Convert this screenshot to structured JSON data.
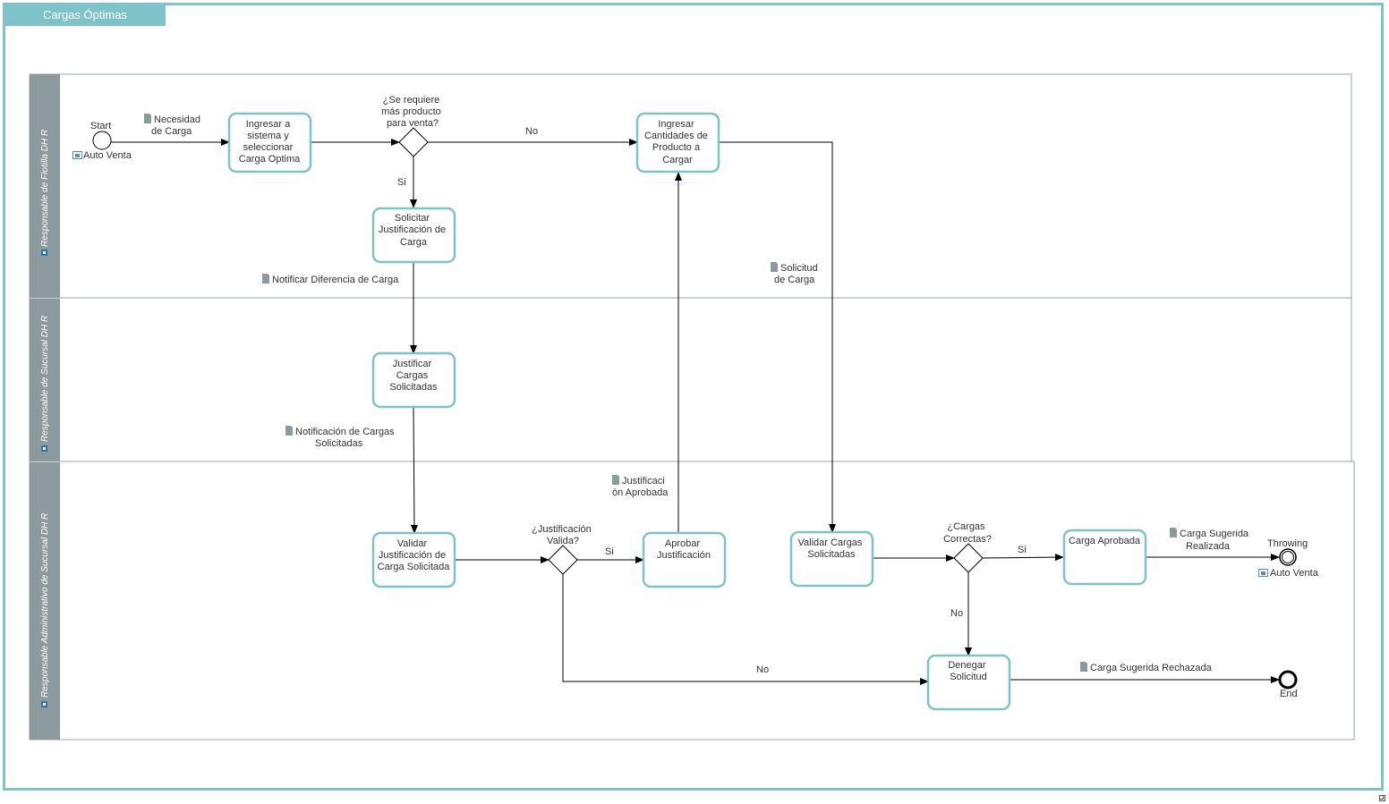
{
  "diagram": {
    "title": "Cargas Óptimas",
    "lanes": [
      {
        "label": "Responsable de Flotilla DH R"
      },
      {
        "label": "Responsable de Sucursal DH R"
      },
      {
        "label": "Responsable Administrativo de Sucursal DH R"
      }
    ],
    "events": {
      "start": "Start",
      "start_sub": "Auto Venta",
      "throwing": "Throwing",
      "throwing_sub": "Auto Venta",
      "end": "End"
    },
    "tasks": {
      "ingresar_sistema": [
        "Ingresar a",
        "sistema y",
        "seleccionar",
        "Carga Optima"
      ],
      "ingresar_cantidades": [
        "Ingresar",
        "Cantidades de",
        "Producto a",
        "Cargar"
      ],
      "solicitar_justificacion": [
        "Solicitar",
        "Justificación de",
        "Carga"
      ],
      "justificar_cargas": [
        "Justificar",
        "Cargas",
        "Solicitadas"
      ],
      "validar_justificacion": [
        "Validar",
        "Justificación de",
        "Carga Solicitada"
      ],
      "aprobar_justificacion": [
        "Aprobar",
        "Justificación"
      ],
      "validar_cargas": [
        "Validar Cargas",
        "Solicitadas"
      ],
      "carga_aprobada": [
        "Carga Aprobada"
      ],
      "denegar_solicitud": [
        "Denegar",
        "Solicitud"
      ]
    },
    "gateways": {
      "requiere_producto": [
        "¿Se requiere",
        "más producto",
        "para venta?"
      ],
      "justificacion_valida": [
        "¿Justificación",
        "Valida?"
      ],
      "cargas_correctas": [
        "¿Cargas",
        "Correctas?"
      ]
    },
    "flow_labels": {
      "no_1": "No",
      "si_1": "Si",
      "si_2": "Si",
      "no_2": "No",
      "si_3": "Si",
      "no_3": "No"
    },
    "documents": {
      "necesidad_carga": [
        "Necesidad",
        "de Carga"
      ],
      "notificar_diferencia": [
        "Notificar Diferencia de Carga"
      ],
      "solicitud_carga": [
        "Solicitud",
        "de Carga"
      ],
      "notificacion_cargas": [
        "Notificación de Cargas",
        "Solicitadas"
      ],
      "justificacion_aprobada": [
        "Justificaci",
        "ón Aprobada"
      ],
      "carga_sugerida_realizada": [
        "Carga Sugerida",
        "Realizada"
      ],
      "carga_sugerida_rechazada": [
        "Carga Sugerida Rechazada"
      ]
    },
    "colors": {
      "frame": "#7ec3c9",
      "task_border": "#7ec3c9",
      "lane_header": "#8c9a9e",
      "lane_border": "#9aa6aa",
      "lane_divider": "#b8c8d0"
    }
  }
}
